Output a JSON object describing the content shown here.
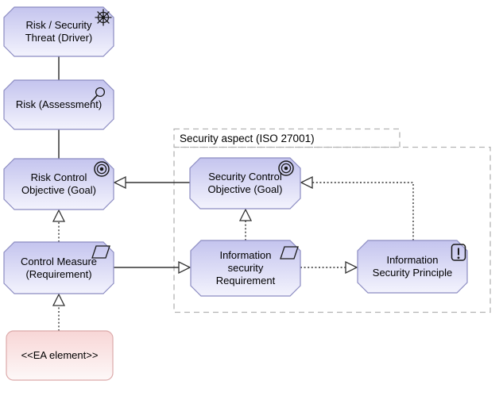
{
  "frame": {
    "label": "Security aspect (ISO 27001)"
  },
  "nodes": {
    "risk_threat": {
      "label": "Risk / Security\nThreat (Driver)",
      "icon": "steering-wheel"
    },
    "risk_assessment": {
      "label": "Risk (Assessment)",
      "icon": "magnifier"
    },
    "risk_control_objective": {
      "label": "Risk Control\nObjective (Goal)",
      "icon": "bullseye"
    },
    "control_measure": {
      "label": "Control Measure\n(Requirement)",
      "icon": "parallelogram"
    },
    "ea_element": {
      "label": "<<EA element>>",
      "icon": "none"
    },
    "security_control_objective": {
      "label": "Security Control\nObjective (Goal)",
      "icon": "bullseye"
    },
    "infosec_requirement": {
      "label": "Information\nsecurity\nRequirement",
      "icon": "parallelogram"
    },
    "infosec_principle": {
      "label": "Information\nSecurity Principle",
      "icon": "exclamation"
    }
  },
  "relations": [
    {
      "from": "risk_threat",
      "to": "risk_assessment",
      "line": "solid",
      "arrowhead": "none"
    },
    {
      "from": "risk_assessment",
      "to": "risk_control_objective",
      "line": "solid",
      "arrowhead": "none"
    },
    {
      "from": "security_control_objective",
      "to": "risk_control_objective",
      "line": "solid",
      "arrowhead": "hollow-triangle"
    },
    {
      "from": "control_measure",
      "to": "risk_control_objective",
      "line": "dotted",
      "arrowhead": "hollow-triangle"
    },
    {
      "from": "ea_element",
      "to": "control_measure",
      "line": "dotted",
      "arrowhead": "hollow-triangle"
    },
    {
      "from": "control_measure",
      "to": "infosec_requirement",
      "line": "solid",
      "arrowhead": "hollow-triangle"
    },
    {
      "from": "infosec_requirement",
      "to": "security_control_objective",
      "line": "dotted",
      "arrowhead": "hollow-triangle"
    },
    {
      "from": "infosec_requirement",
      "to": "infosec_principle",
      "line": "dotted",
      "arrowhead": "hollow-triangle"
    },
    {
      "from": "infosec_principle",
      "to": "security_control_objective",
      "line": "dotted",
      "arrowhead": "hollow-triangle"
    }
  ],
  "colors": {
    "node_fill_top": "#c4c4ee",
    "node_fill_bottom": "#f3f3fd",
    "node_border": "#8c8cc2",
    "ea_fill_top": "#f8d6d6",
    "ea_fill_bottom": "#fdf8f8",
    "ea_border": "#dcaaaa",
    "frame_border": "#b3b3b3",
    "line_color": "#333333"
  }
}
